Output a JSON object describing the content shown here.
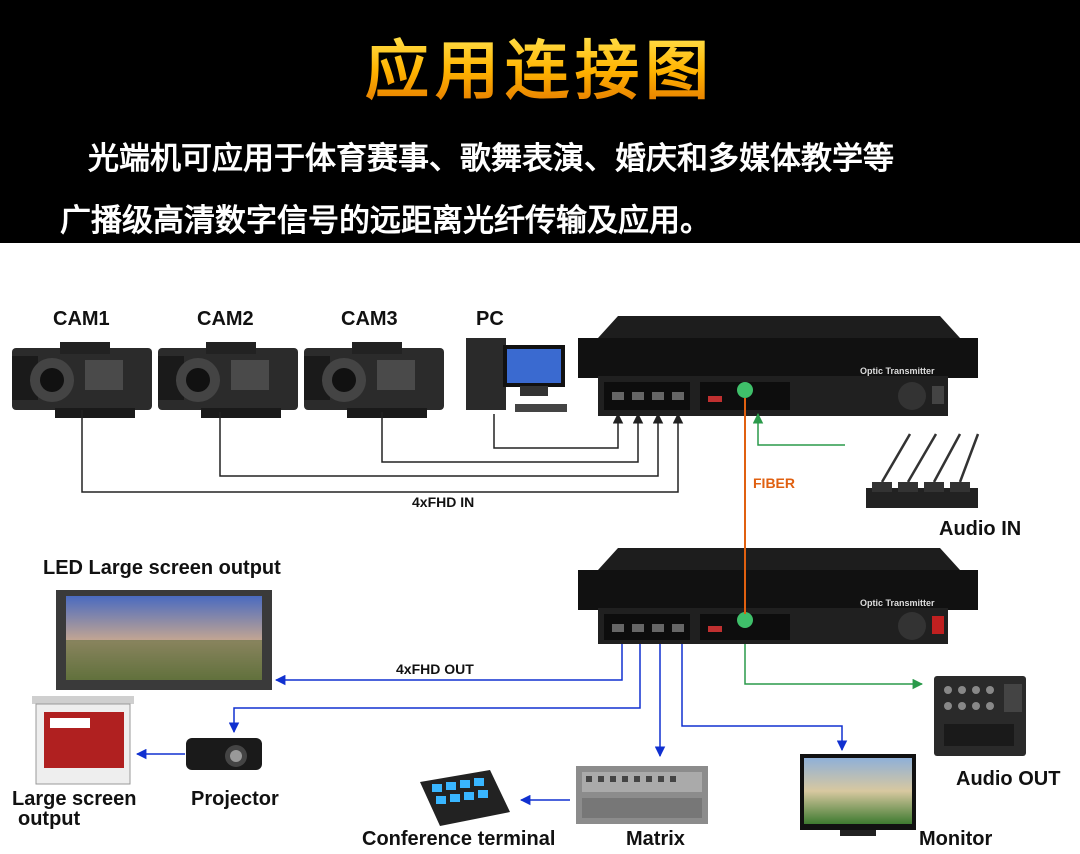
{
  "header": {
    "title": "应用连接图",
    "desc_line1": "光端机可应用于体育赛事、歌舞表演、婚庆和多媒体教学等",
    "desc_line2": "广播级高清数字信号的远距离光纤传输及应用。"
  },
  "labels": {
    "cam1": "CAM1",
    "cam2": "CAM2",
    "cam3": "CAM3",
    "pc": "PC",
    "fhd_in": "4xFHD IN",
    "fiber": "FIBER",
    "audio_in": "Audio IN",
    "led": "LED Large screen output",
    "fhd_out": "4xFHD OUT",
    "large_screen_l1": "Large screen",
    "large_screen_l2": "output",
    "projector": "Projector",
    "conference": "Conference terminal",
    "matrix": "Matrix",
    "monitor": "Monitor",
    "audio_out": "Audio OUT",
    "device_label": "Optic Transmitter"
  },
  "colors": {
    "title_gold": "#ffcc00",
    "video_in": "#222222",
    "video_out": "#1030d0",
    "audio": "#2a9a4a",
    "fiber": "#e06010"
  }
}
